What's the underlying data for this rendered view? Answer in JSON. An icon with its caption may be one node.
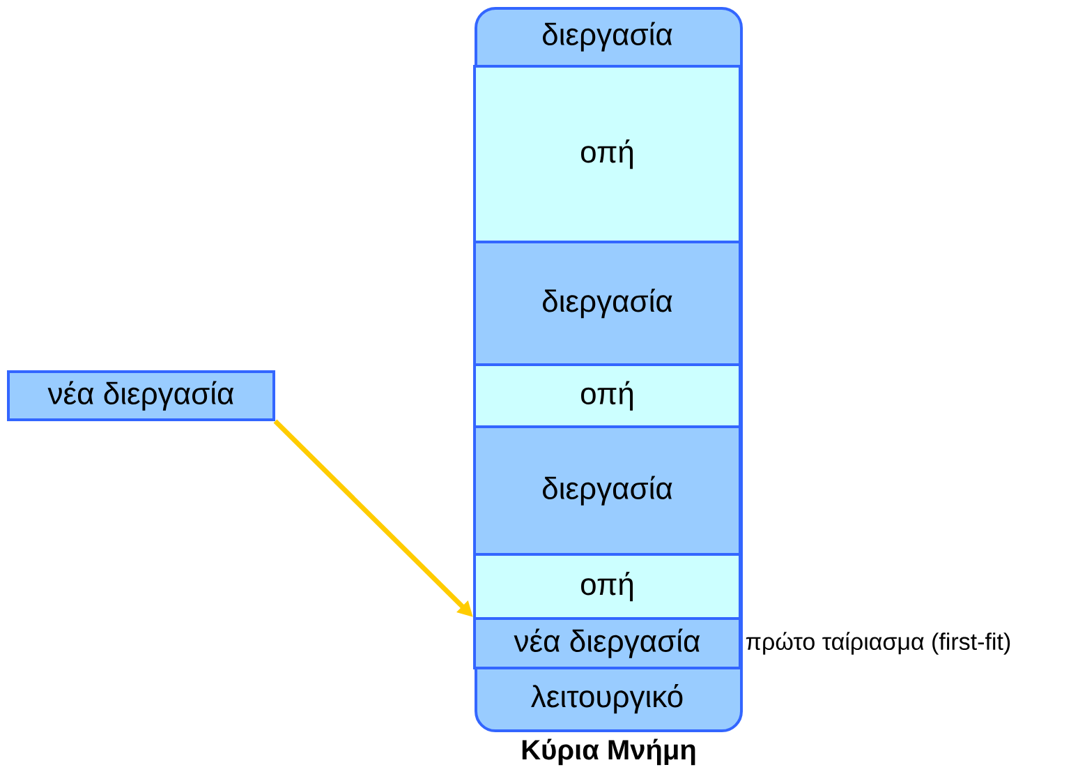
{
  "diagram": {
    "nodes": [
      {
        "text": [
          "Κύρια Μνήμη"
        ]
      },
      {
        "text": [
          "διεργασία"
        ],
        "in": 0
      },
      {
        "text": [
          "οπή"
        ],
        "in": 0
      },
      {
        "text": [
          "διεργασία"
        ],
        "in": 0
      },
      {
        "text": [
          "οπή"
        ],
        "in": 0
      },
      {
        "text": [
          "διεργασία"
        ],
        "in": 0
      },
      {
        "text": [
          "οπή"
        ],
        "in": 0
      },
      {
        "text": [
          "νέα διεργασία"
        ],
        "in": 0,
        "beside": [
          "πρώτο ταίριασμα (first-fit)"
        ]
      },
      {
        "text": [
          "λειτουργικό"
        ],
        "in": 0
      },
      {
        "text": [
          "νέα διεργασία"
        ]
      }
    ],
    "edges": [
      {
        "from": 9,
        "to": 7,
        "arrow": "to",
        "color": "#ffcc00"
      }
    ]
  }
}
